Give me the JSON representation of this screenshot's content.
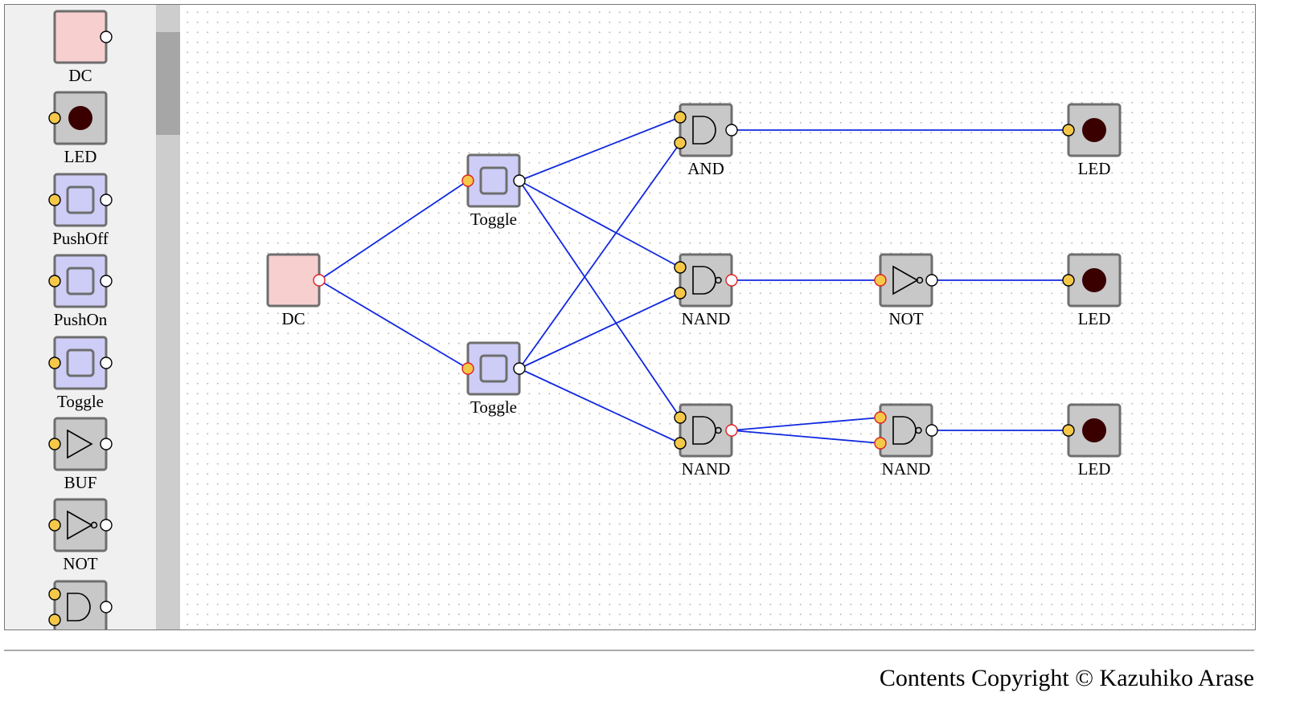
{
  "palette": {
    "items": [
      {
        "label": "DC",
        "type": "dc"
      },
      {
        "label": "LED",
        "type": "led"
      },
      {
        "label": "PushOff",
        "type": "switch"
      },
      {
        "label": "PushOn",
        "type": "switch"
      },
      {
        "label": "Toggle",
        "type": "switch"
      },
      {
        "label": "BUF",
        "type": "buf"
      },
      {
        "label": "NOT",
        "type": "not"
      },
      {
        "label": "",
        "type": "and"
      }
    ]
  },
  "circuit": {
    "components": [
      {
        "id": "dc1",
        "label": "DC",
        "type": "dc"
      },
      {
        "id": "tog1",
        "label": "Toggle",
        "type": "switch"
      },
      {
        "id": "tog2",
        "label": "Toggle",
        "type": "switch"
      },
      {
        "id": "and1",
        "label": "AND",
        "type": "and"
      },
      {
        "id": "nand1",
        "label": "NAND",
        "type": "nand"
      },
      {
        "id": "nand2",
        "label": "NAND",
        "type": "nand"
      },
      {
        "id": "not1",
        "label": "NOT",
        "type": "not"
      },
      {
        "id": "nand3",
        "label": "NAND",
        "type": "nand"
      },
      {
        "id": "led1",
        "label": "LED",
        "type": "led"
      },
      {
        "id": "led2",
        "label": "LED",
        "type": "led"
      },
      {
        "id": "led3",
        "label": "LED",
        "type": "led"
      }
    ],
    "wires": [
      {
        "from": "dc1.out",
        "to": "tog1.in"
      },
      {
        "from": "dc1.out",
        "to": "tog2.in"
      },
      {
        "from": "tog1.out",
        "to": "and1.in0"
      },
      {
        "from": "tog1.out",
        "to": "nand1.in0"
      },
      {
        "from": "tog1.out",
        "to": "nand2.in0"
      },
      {
        "from": "tog2.out",
        "to": "and1.in1"
      },
      {
        "from": "tog2.out",
        "to": "nand1.in1"
      },
      {
        "from": "tog2.out",
        "to": "nand2.in1"
      },
      {
        "from": "and1.out",
        "to": "led1.in"
      },
      {
        "from": "nand1.out",
        "to": "not1.in"
      },
      {
        "from": "not1.out",
        "to": "led2.in"
      },
      {
        "from": "nand2.out",
        "to": "nand3.in0"
      },
      {
        "from": "nand2.out",
        "to": "nand3.in1"
      },
      {
        "from": "nand3.out",
        "to": "led3.in"
      }
    ]
  },
  "footer": {
    "copyright": "Contents Copyright © Kazuhiko Arase"
  },
  "colors": {
    "wire": "#1028e0",
    "dc_fill": "#f7cfcf",
    "switch_fill": "#cdcdf7",
    "gate_fill": "#c8c8c8",
    "pin_input": "#f5c84a",
    "led_off": "#3a0000",
    "active_pin_border": "#e02020"
  }
}
